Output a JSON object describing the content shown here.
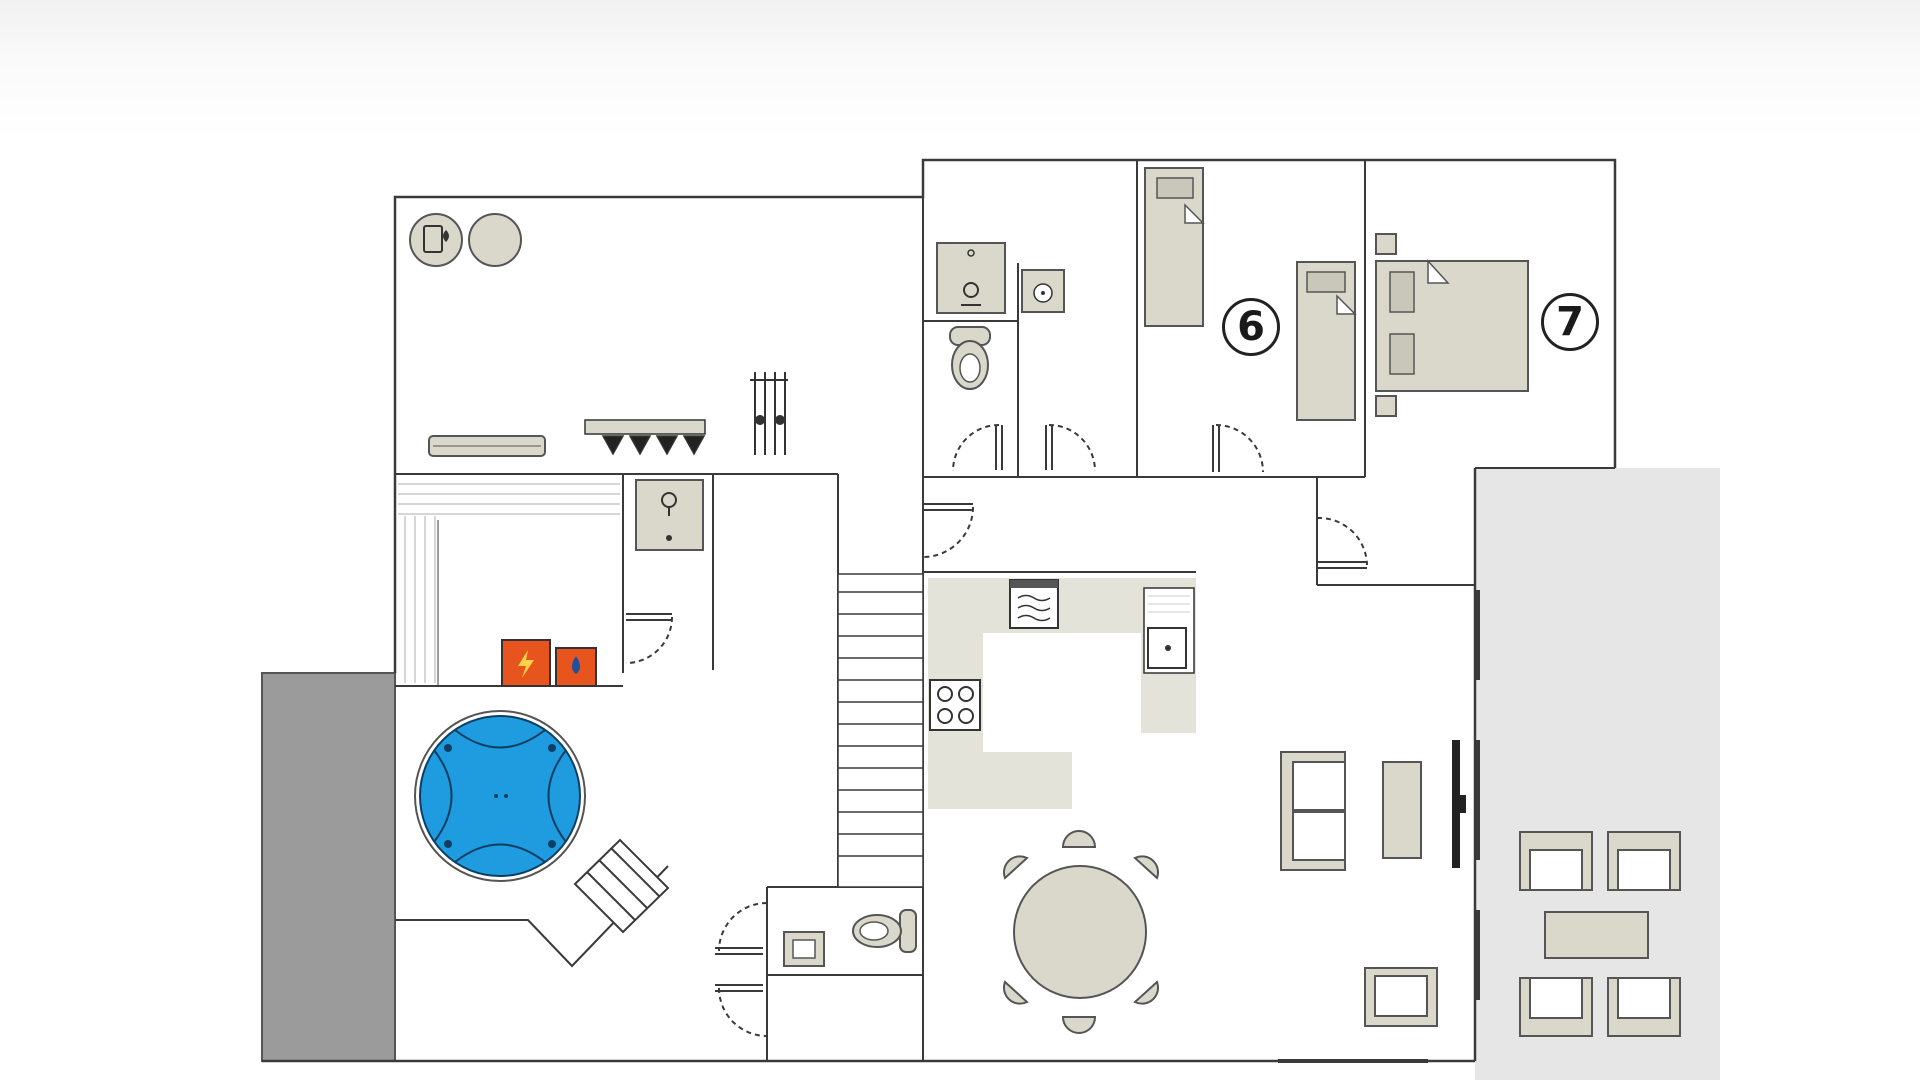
{
  "floorplan": {
    "rooms": [
      {
        "id": "bedroom-6",
        "label": "6"
      },
      {
        "id": "bedroom-7",
        "label": "7"
      }
    ],
    "colors": {
      "wall": "#3a3a3a",
      "fixture_fill": "#d9d8cb",
      "fixture_stroke": "#555555",
      "counter": "#e4e3da",
      "pool": "#1f9be0",
      "pool_pattern": "#0d3f63",
      "utility_box": "#e8541e",
      "terrace_dark": "#9b9b9b",
      "terrace_light": "#e6e6e6"
    },
    "icons": [
      "boiler-icon",
      "water-tank-icon",
      "radiator-icon",
      "ski-boot-dryer-icon",
      "ski-rack-icon",
      "shower-icon",
      "toilet-icon",
      "washbasin-icon",
      "single-bed-icon",
      "double-bed-icon",
      "electricity-meter-icon",
      "water-meter-icon",
      "hot-tub-icon",
      "lounger-icon",
      "staircase-icon",
      "oven-icon",
      "cooktop-icon",
      "kitchen-sink-icon",
      "dining-table-icon",
      "sofa-icon",
      "coffee-table-icon",
      "tv-icon",
      "armchair-icon",
      "outdoor-lounge-set-icon"
    ]
  }
}
